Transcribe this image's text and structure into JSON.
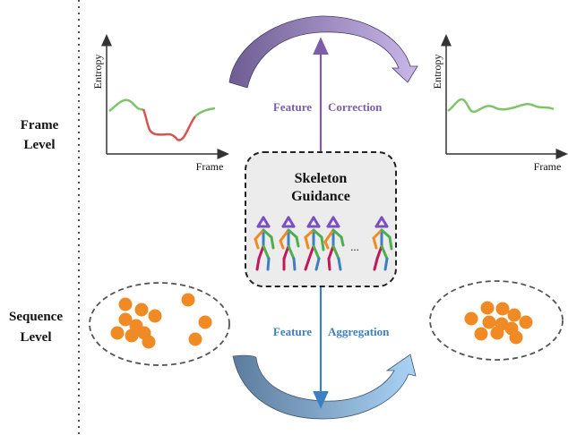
{
  "rows": {
    "frame_level": [
      "Frame",
      "Level"
    ],
    "sequence_level": [
      "Sequence",
      "Level"
    ]
  },
  "plots": {
    "left": {
      "ylabel": "Entropy",
      "xlabel": "Frame"
    },
    "right": {
      "ylabel": "Entropy",
      "xlabel": "Frame"
    }
  },
  "center": {
    "title_line1": "Skeleton",
    "title_line2": "Guidance",
    "ellipsis": "..."
  },
  "arrows": {
    "top_left": "Feature",
    "top_right": "Correction",
    "bottom_left": "Feature",
    "bottom_right": "Aggregation"
  },
  "colors": {
    "purple": "#7b5ea7",
    "blue": "#3d7fc1",
    "orange": "#f08a24",
    "green": "#7fc46b",
    "red": "#d9534f",
    "box_fill": "#ececec"
  }
}
